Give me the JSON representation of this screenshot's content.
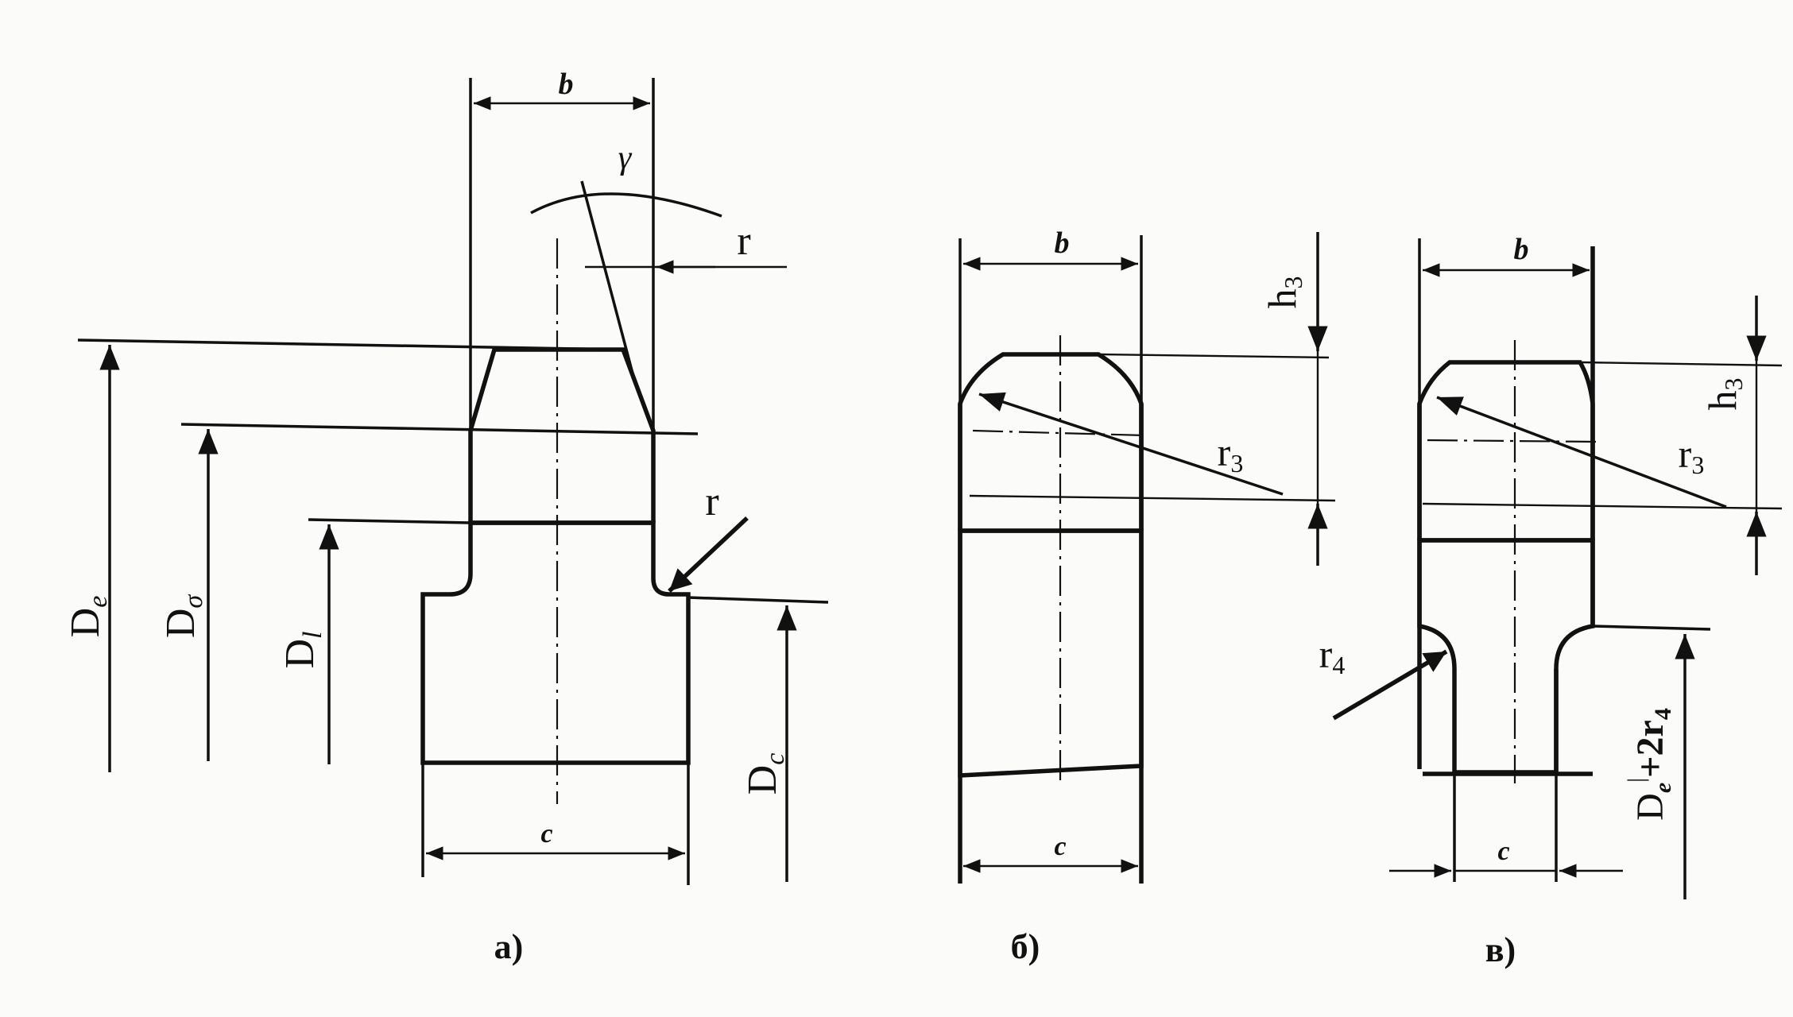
{
  "figure_a": {
    "caption": "а)",
    "labels": {
      "b": "b",
      "gamma": "γ",
      "r_top": "r",
      "r_fillet": "r",
      "De": "D",
      "De_sub": "e",
      "Dsigma": "D",
      "Dsigma_sub": "σ",
      "Dl": "D",
      "Dl_sub": "l",
      "Dc": "D",
      "Dc_sub": "c",
      "c": "c"
    }
  },
  "figure_b": {
    "caption": "б)",
    "labels": {
      "b": "b",
      "h3": "h",
      "h3_sub": "3",
      "r3": "r",
      "r3_sub": "3",
      "c": "c"
    }
  },
  "figure_c": {
    "caption": "в)",
    "labels": {
      "b": "b",
      "h3": "h",
      "h3_sub": "3",
      "r3": "r",
      "r3_sub": "3",
      "r4": "r",
      "r4_sub": "4",
      "De2r4_main": "D",
      "De2r4_sub": "e",
      "De2r4_sup": "|",
      "De2r4_tail": "+2r",
      "De2r4_tail_sub": "4",
      "c": "c"
    }
  }
}
